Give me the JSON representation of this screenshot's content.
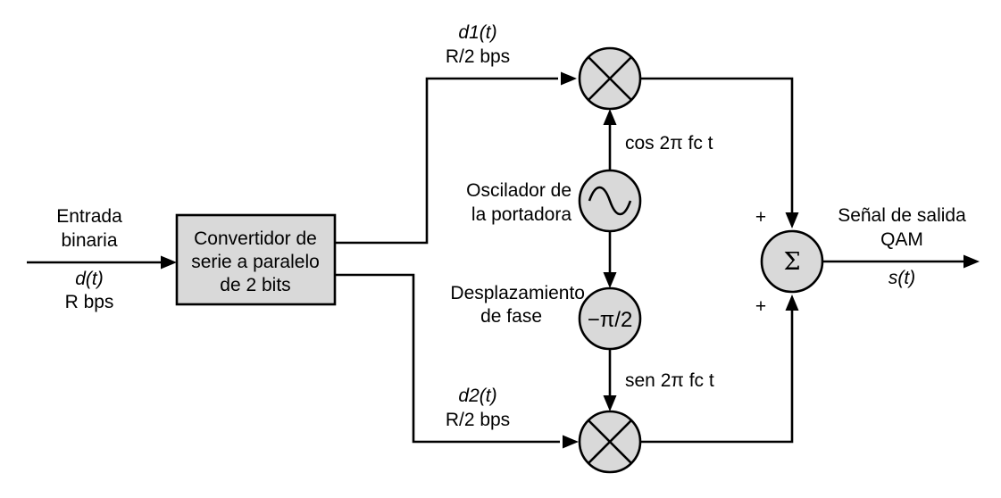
{
  "input": {
    "line1": "Entrada",
    "line2": "binaria",
    "signal": "d(t)",
    "rate": "R bps"
  },
  "converter": {
    "line1": "Convertidor de",
    "line2": "serie a paralelo",
    "line3": "de 2 bits"
  },
  "upper_branch": {
    "signal": "d1(t)",
    "rate": "R/2 bps",
    "carrier": "cos 2π fc t"
  },
  "lower_branch": {
    "signal": "d2(t)",
    "rate": "R/2 bps",
    "carrier": "sen 2π fc t"
  },
  "oscillator": {
    "line1": "Oscilador de",
    "line2": "la portadora",
    "symbol": "~"
  },
  "phase_shift": {
    "line1": "Desplazamiento",
    "line2": "de fase",
    "symbol": "−π/2"
  },
  "summer": {
    "symbol": "Σ",
    "plus_top": "+",
    "plus_bottom": "+"
  },
  "output": {
    "line1": "Señal de salida",
    "line2": "QAM",
    "signal": "s(t)"
  },
  "colors": {
    "node_fill": "#d9d9d9",
    "stroke": "#000000",
    "background": "#ffffff"
  }
}
